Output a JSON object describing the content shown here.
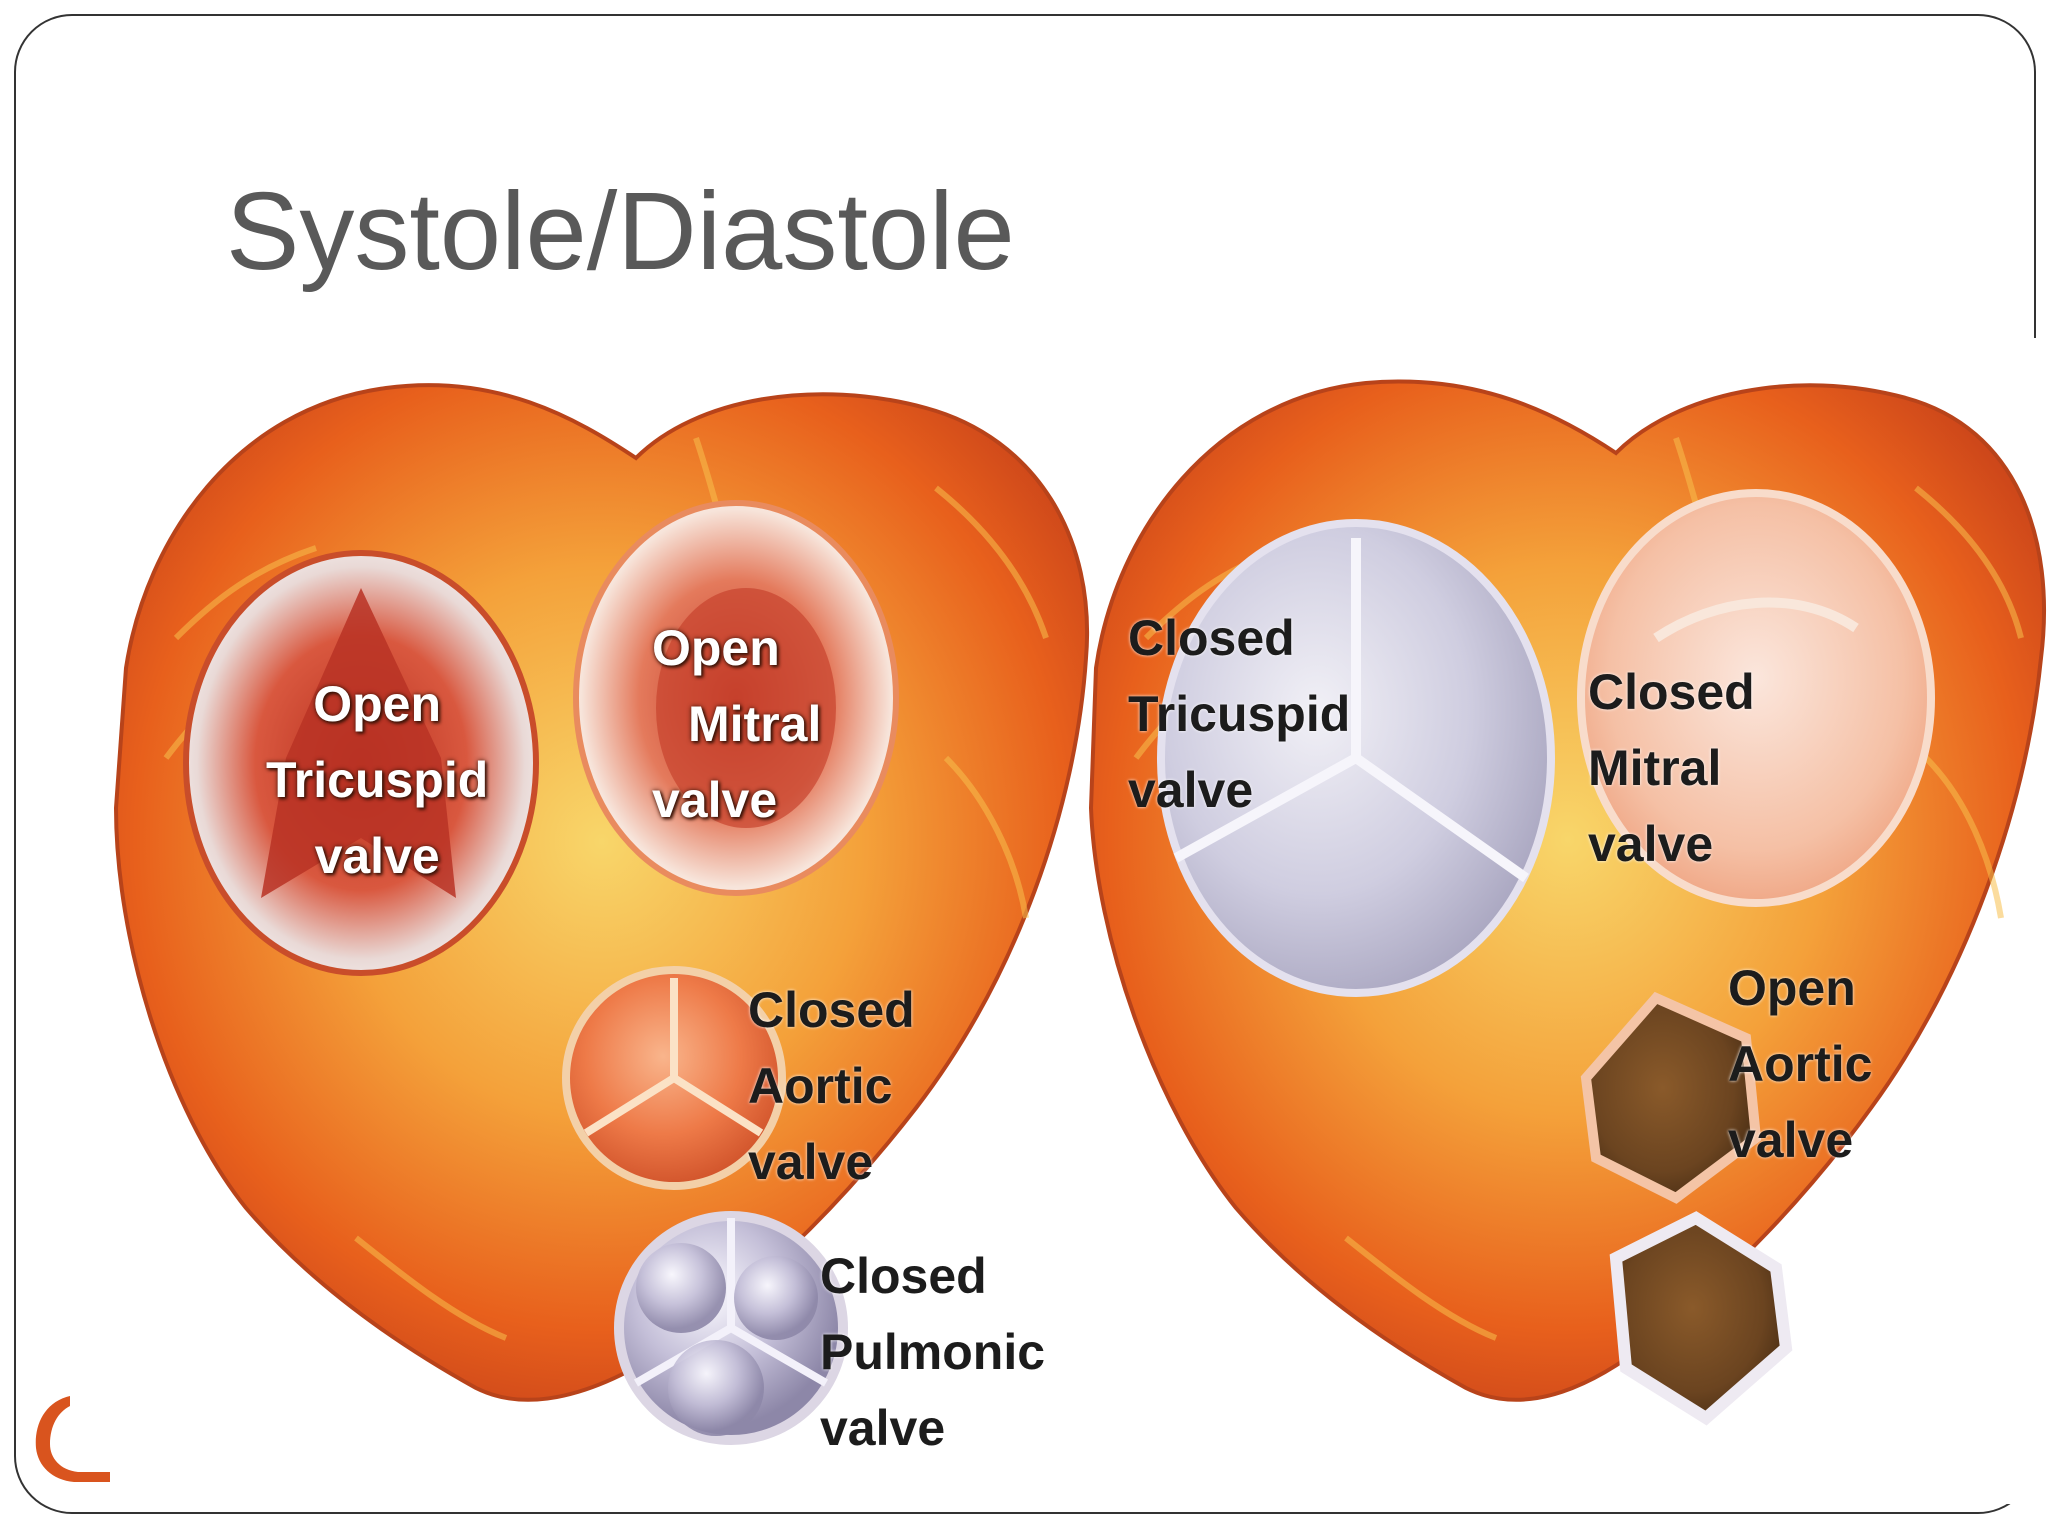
{
  "slide": {
    "title": "Systole/Diastole"
  },
  "diagram": {
    "left_heart": {
      "tricuspid": [
        "Open",
        "Tricuspid",
        "valve"
      ],
      "mitral": [
        "Open",
        "Mitral",
        "valve"
      ],
      "aortic": [
        "Closed",
        "Aortic",
        "valve"
      ],
      "pulmonic": [
        "Closed",
        "Pulmonic",
        "valve"
      ]
    },
    "right_heart": {
      "tricuspid": [
        "Closed",
        "Tricuspid",
        "valve"
      ],
      "mitral": [
        "Closed",
        "Mitral",
        "valve"
      ],
      "aortic": [
        "Open",
        "Aortic",
        "valve"
      ]
    }
  },
  "colors": {
    "heart_outer": "#e8601c",
    "heart_inner": "#f4a13a",
    "tissue_yellow": "#f6d365",
    "open_valve_red": "#c9402e",
    "closed_valve_silver": "#c9c6d6",
    "title_gray": "#595959",
    "accent": "#d9541e"
  }
}
